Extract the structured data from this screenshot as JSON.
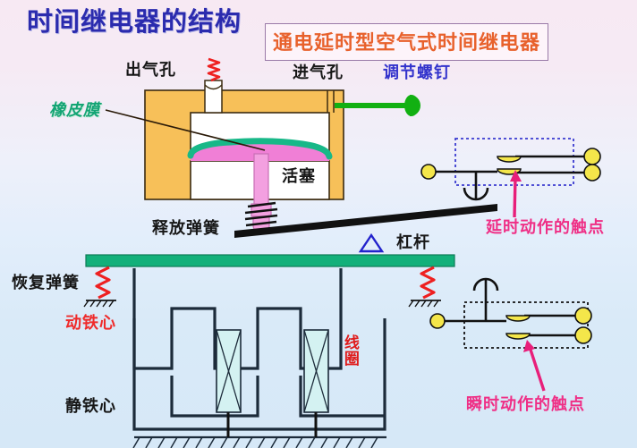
{
  "page": {
    "title": "时间继电器的结构",
    "boxed_title": "通电延时型空气式时间继电器"
  },
  "colors": {
    "title": "#2b2bae",
    "boxed_title": "#e8612c",
    "body_orange": "#f7c059",
    "membrane_green": "#18b888",
    "membrane_pink": "#f07fd6",
    "armature_green": "#13b07a",
    "spring_red": "#ee2020",
    "terminal_yellow": "#f4e64a",
    "pointer_pink": "#e81f7a",
    "dotted_blue": "#3a3ad0",
    "coil_fill": "#d4f2f2",
    "screw_green": "#12b012"
  },
  "labels": {
    "outlet_hole": "出气孔",
    "inlet_hole": "进气孔",
    "adjust_screw": "调节螺钉",
    "rubber_membrane": "橡皮膜",
    "piston": "活塞",
    "release_spring": "释放弹簧",
    "lever": "杠杆",
    "return_spring": "恢复弹簧",
    "moving_core": "动铁心",
    "static_core": "静铁心",
    "coil": "线圈",
    "delayed_contacts": "延时动作的触点",
    "instant_contacts": "瞬时动作的触点"
  }
}
